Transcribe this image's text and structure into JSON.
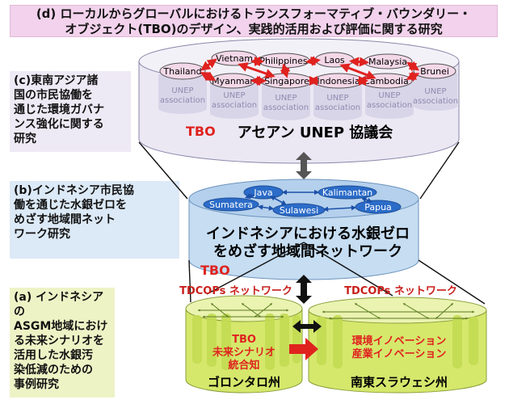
{
  "title": {
    "line1": "(d) ローカルからグローバルにおけるトランスフォーマティブ・バウンダリー・",
    "line2": "オブジェクト(TBO)のデザイン、実践的活用および評価に関する研究"
  },
  "label_c": [
    "(c)東南アジア諸",
    "国の市民協働を",
    "通じた環境ガバナ",
    "ンス強化に関する",
    "研究"
  ],
  "label_b": [
    "(b)インドネシア市民協",
    "働を通じた水銀ゼロを",
    "めざす地域間ネット",
    "ワーク研究"
  ],
  "label_a": [
    "(a) インドネシアの",
    "ASGM地域におけ",
    "る未来シナリオを",
    "活用した水銀汚",
    "染低減のための",
    "事例研究"
  ],
  "top_disc": {
    "countries": [
      "Thailand",
      "Vietnam",
      "Myanmar",
      "Philippines",
      "Singapore",
      "Laos",
      "Indonesia",
      "Malaysia",
      "Cambodia",
      "Brunei"
    ],
    "assoc_line1": "UNEP",
    "assoc_line2": "association",
    "tbo": "TBO",
    "name": "アセアン UNEP 協議会"
  },
  "mid_disc": {
    "islands": [
      "Java",
      "Kalimantan",
      "Sumatera",
      "Sulawesi",
      "Papua"
    ],
    "name_line1": "インドネシアにおける水銀ゼロ",
    "name_line2": "をめざす地域間ネットワーク",
    "tbo": "TBO"
  },
  "bottom": {
    "left_network": "TDCOPs ネットワーク",
    "right_network": "TDCOPs ネットワーク",
    "left_tbo": [
      "TBO",
      "未来シナリオ",
      "統合知"
    ],
    "right_text": [
      "環境イノベーション",
      "産業イノベーション"
    ],
    "left_name": "ゴロンタロ州",
    "right_name": "南東スラウェシ州"
  },
  "colors": {
    "red": "#e0221f",
    "top_disc": "#e9e5f3",
    "mid_disc": "#bcd7f0",
    "bottom_disc": "#d8ea8a",
    "arrow_gray": "#555555"
  }
}
